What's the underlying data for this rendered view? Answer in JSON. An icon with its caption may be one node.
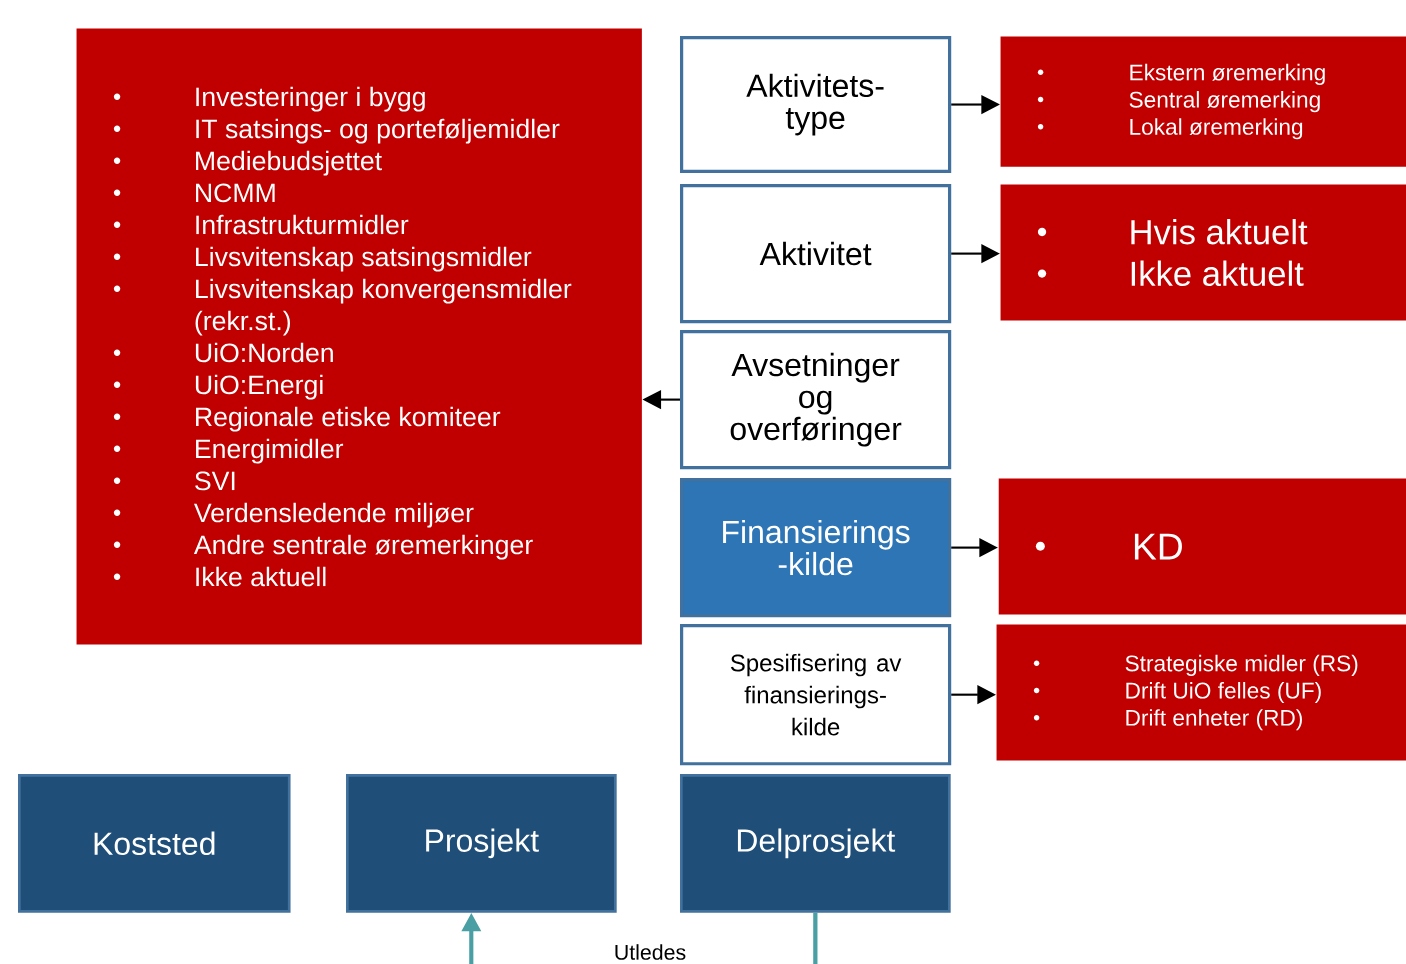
{
  "diagram": {
    "nodes": [
      {
        "text": [
          "Investeringer i bygg",
          "IT satsings- og porteføljemidler",
          "Mediebudsjettet",
          "NCMM",
          "Infrastrukturmidler",
          "Livsvitenskap satsingsmidler",
          "Livsvitenskap konvergensmidler (rekr.st.)",
          "UiO:Norden",
          "UiO:Energi",
          "Regionale etiske komiteer",
          "Energimidler",
          "SVI",
          "Verdensledende miljøer",
          "Andre sentrale øremerkinger",
          "Ikke aktuell"
        ]
      },
      {
        "text": [
          "Aktivitets- type"
        ]
      },
      {
        "text": [
          "Ekstern øremerking",
          "Sentral øremerking",
          "Lokal øremerking"
        ]
      },
      {
        "text": [
          "Aktivitet"
        ]
      },
      {
        "text": [
          "Hvis aktuelt",
          "Ikke aktuelt"
        ]
      },
      {
        "text": [
          "Avsetninger og overføringer"
        ]
      },
      {
        "text": [
          "Finansierings -kilde"
        ]
      },
      {
        "text": [
          "KD"
        ]
      },
      {
        "text": [
          "Spesifisering av finansierings- kilde"
        ]
      },
      {
        "text": [
          "Strategiske midler (RS)",
          "Drift UiO felles (UF)",
          "Drift enheter (RD)"
        ]
      },
      {
        "text": [
          "Koststed"
        ]
      },
      {
        "text": [
          "Prosjekt"
        ]
      },
      {
        "text": [
          "Delprosjekt"
        ]
      }
    ],
    "edges": [
      {
        "from": 1,
        "to": 2,
        "arrow": "to"
      },
      {
        "from": 3,
        "to": 4,
        "arrow": "to"
      },
      {
        "from": 5,
        "to": 0,
        "arrow": "to"
      },
      {
        "from": 6,
        "to": 7,
        "arrow": "to"
      },
      {
        "from": 8,
        "to": 9,
        "arrow": "to"
      },
      {
        "from": 12,
        "to": null,
        "arrow": "none",
        "color": "#4a9fa5"
      },
      {
        "from": null,
        "to": 11,
        "arrow": "to",
        "color": "#4a9fa5"
      }
    ],
    "labels": [
      "Utledes"
    ]
  }
}
